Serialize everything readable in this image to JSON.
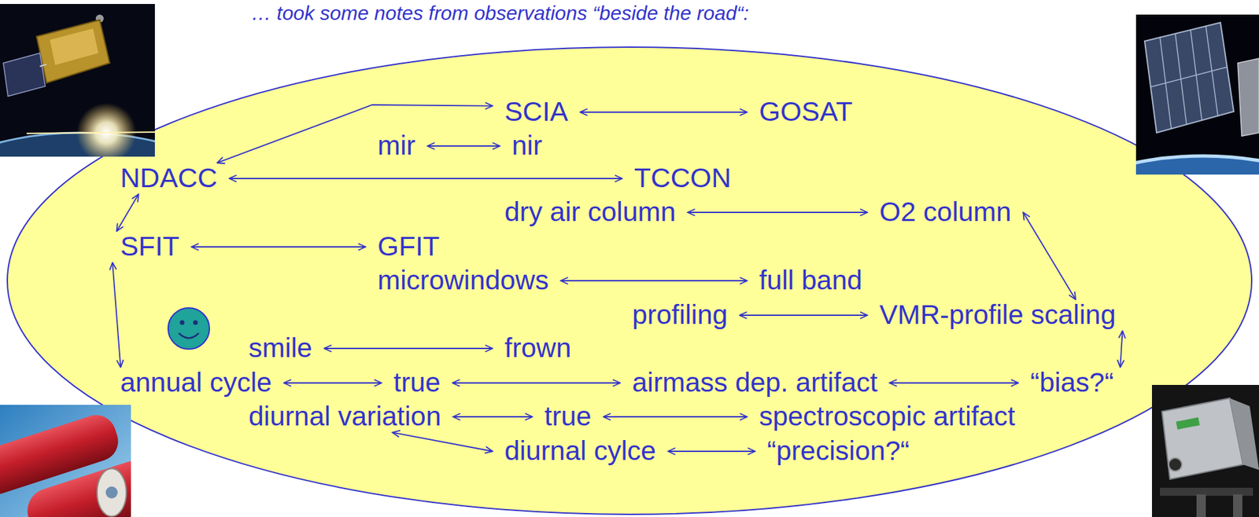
{
  "diagram": {
    "title": "… took some notes from observations “beside the road“:",
    "nodes": [
      {
        "text": [
          "SCIA"
        ]
      },
      {
        "text": [
          "GOSAT"
        ]
      },
      {
        "text": [
          "mir"
        ]
      },
      {
        "text": [
          "nir"
        ]
      },
      {
        "text": [
          "NDACC"
        ]
      },
      {
        "text": [
          "TCCON"
        ]
      },
      {
        "text": [
          "dry air column"
        ]
      },
      {
        "text": [
          "O2 column"
        ]
      },
      {
        "text": [
          "SFIT"
        ]
      },
      {
        "text": [
          "GFIT"
        ]
      },
      {
        "text": [
          "microwindows"
        ]
      },
      {
        "text": [
          "full band"
        ]
      },
      {
        "text": [
          "profiling"
        ]
      },
      {
        "text": [
          "VMR-profile scaling"
        ]
      },
      {
        "text": [
          "smile"
        ]
      },
      {
        "text": [
          "frown"
        ]
      },
      {
        "text": [
          "annual cycle"
        ]
      },
      {
        "text": [
          "true"
        ]
      },
      {
        "text": [
          "airmass dep. artifact"
        ]
      },
      {
        "text": [
          "“bias?“"
        ]
      },
      {
        "text": [
          "diurnal variation"
        ]
      },
      {
        "text": [
          "true"
        ]
      },
      {
        "text": [
          "spectroscopic artifact"
        ]
      },
      {
        "text": [
          "diurnal cylce"
        ]
      },
      {
        "text": [
          "“precision?“"
        ]
      }
    ],
    "edges": [
      {
        "from": 0,
        "to": 1,
        "arrow": "both"
      },
      {
        "from": 2,
        "to": 3,
        "arrow": "both"
      },
      {
        "from": 4,
        "to": 5,
        "arrow": "both"
      },
      {
        "from": 6,
        "to": 7,
        "arrow": "both"
      },
      {
        "from": 8,
        "to": 9,
        "arrow": "both"
      },
      {
        "from": 10,
        "to": 11,
        "arrow": "both"
      },
      {
        "from": 12,
        "to": 13,
        "arrow": "both"
      },
      {
        "from": 14,
        "to": 15,
        "arrow": "both"
      },
      {
        "from": 16,
        "to": 17,
        "arrow": "both"
      },
      {
        "from": 17,
        "to": 18,
        "arrow": "both"
      },
      {
        "from": 18,
        "to": 19,
        "arrow": "both"
      },
      {
        "from": 20,
        "to": 21,
        "arrow": "both"
      },
      {
        "from": 21,
        "to": 22,
        "arrow": "both"
      },
      {
        "from": 23,
        "to": 24,
        "arrow": "both"
      },
      {
        "from": 4,
        "to": 0,
        "arrow": "both"
      },
      {
        "from": 4,
        "to": 8,
        "arrow": "both"
      },
      {
        "from": 8,
        "to": 16,
        "arrow": "both"
      },
      {
        "from": 7,
        "to": 13,
        "arrow": "both"
      },
      {
        "from": 13,
        "to": 19,
        "arrow": "both"
      },
      {
        "from": 20,
        "to": 23,
        "arrow": "both"
      }
    ]
  }
}
